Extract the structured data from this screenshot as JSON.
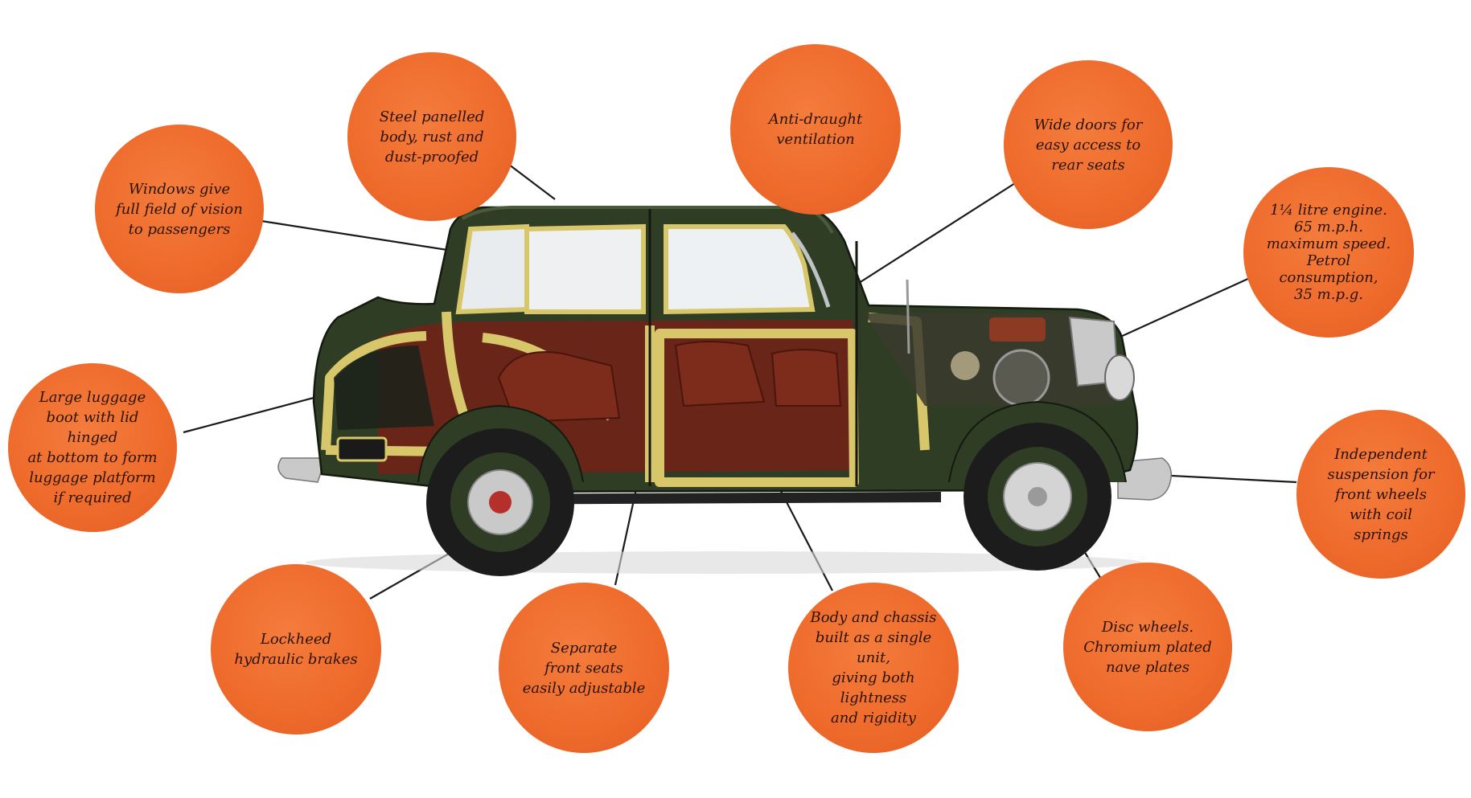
{
  "colors": {
    "bubble": "#ee6a2b",
    "body_paint": "#2f3d25",
    "frame": "#d8c76a",
    "upholstery": "#6b2417",
    "chrome": "#c9c9c9",
    "tyre": "#1c1c1c"
  },
  "callouts": [
    {
      "id": "steel-body",
      "text": "Steel panelled\nbody, rust and\ndust-proofed"
    },
    {
      "id": "ventilation",
      "text": "Anti-draught\nventilation"
    },
    {
      "id": "wide-doors",
      "text": "Wide doors for\neasy access to\nrear seats"
    },
    {
      "id": "windows",
      "text": "Windows give\nfull field of vision\nto passengers"
    },
    {
      "id": "engine",
      "text": "1¼ litre engine.\n65 m.p.h.\nmaximum speed.\nPetrol\nconsumption,\n35 m.p.g."
    },
    {
      "id": "luggage-boot",
      "text": "Large luggage\nboot with lid hinged\nat bottom to form\nluggage platform\nif required"
    },
    {
      "id": "suspension",
      "text": "Independent\nsuspension for\nfront wheels\nwith coil\nsprings"
    },
    {
      "id": "brakes",
      "text": "Lockheed\nhydraulic brakes"
    },
    {
      "id": "front-seats",
      "text": "Separate\nfront seats\neasily adjustable"
    },
    {
      "id": "body-chassis",
      "text": "Body and chassis\nbuilt as a single unit,\ngiving both lightness\nand rigidity"
    },
    {
      "id": "disc-wheels",
      "text": "Disc wheels.\nChromium plated\nnave plates"
    }
  ]
}
